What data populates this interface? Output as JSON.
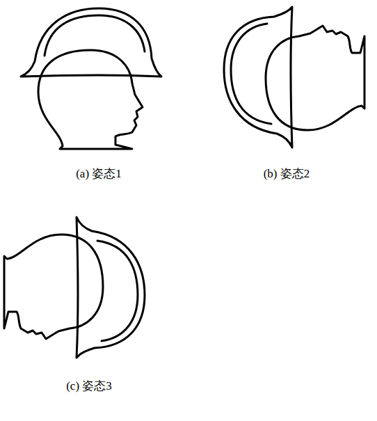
{
  "diagram": {
    "labels": [
      "(a) 姿态1",
      "(b) 姿态2",
      "(c) 姿态3"
    ]
  }
}
